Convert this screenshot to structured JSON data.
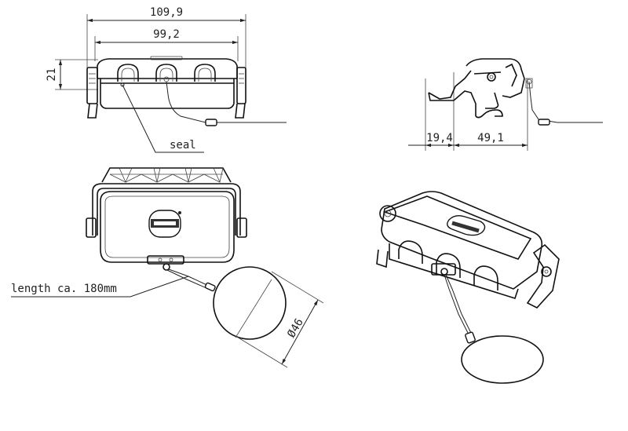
{
  "dimensions": {
    "overall_width": "109,9",
    "inner_width": "99,2",
    "height": "21",
    "offset": "19,4",
    "depth": "49,1",
    "loop_diameter": "Ø46"
  },
  "labels": {
    "seal": "seal",
    "length": "length ca. 180mm"
  }
}
